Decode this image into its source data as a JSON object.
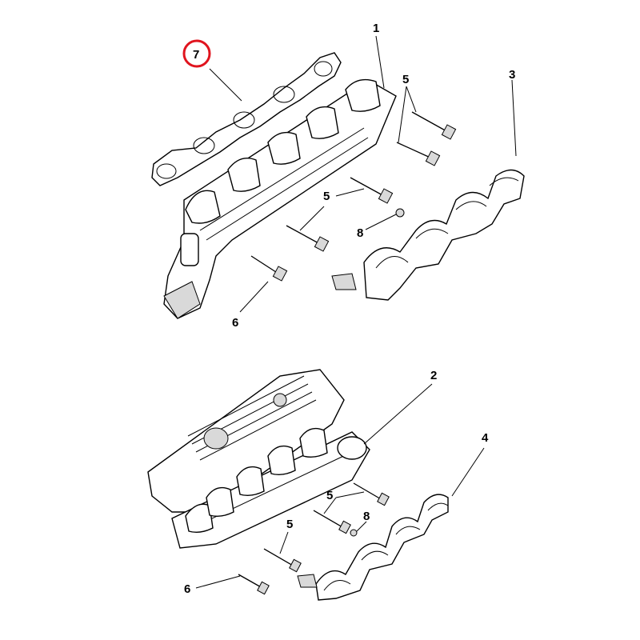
{
  "diagram": {
    "highlight_color": "#e0141e",
    "callouts": {
      "manifold_right": "1",
      "manifold_left": "2",
      "heat_shield_right": "3",
      "heat_shield_left": "4",
      "bolt": "5",
      "stud": "6",
      "gasket": "7",
      "nut": "8"
    }
  }
}
